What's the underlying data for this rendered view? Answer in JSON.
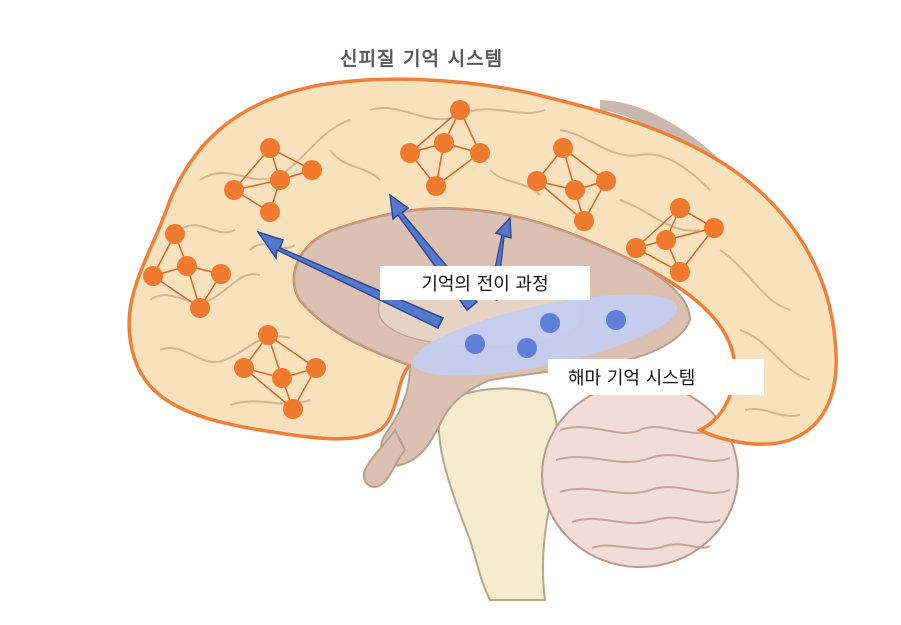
{
  "title": "신피질 기억 시스템",
  "labels": {
    "transfer": "기억의 전이 과정",
    "hippocampus": "해마 기억 시스템"
  },
  "colors": {
    "cortex_fill": "#f7e2bd",
    "cortex_outline": "#f07f3a",
    "node": "#f07a2e",
    "node_edge": "#e0642a",
    "arrow": "#5577cc",
    "hippocampus_fill": "#c3cdef",
    "hippocampus_dot": "#5f7fd9",
    "inner_tissue": "#dcc1b2",
    "brainstem": "#f4eccd",
    "cerebellum": "#f1dcd6",
    "gyri_line": "#c9a98c"
  },
  "icons": {
    "node": "neuron-dot",
    "arrow": "up-arrow"
  }
}
